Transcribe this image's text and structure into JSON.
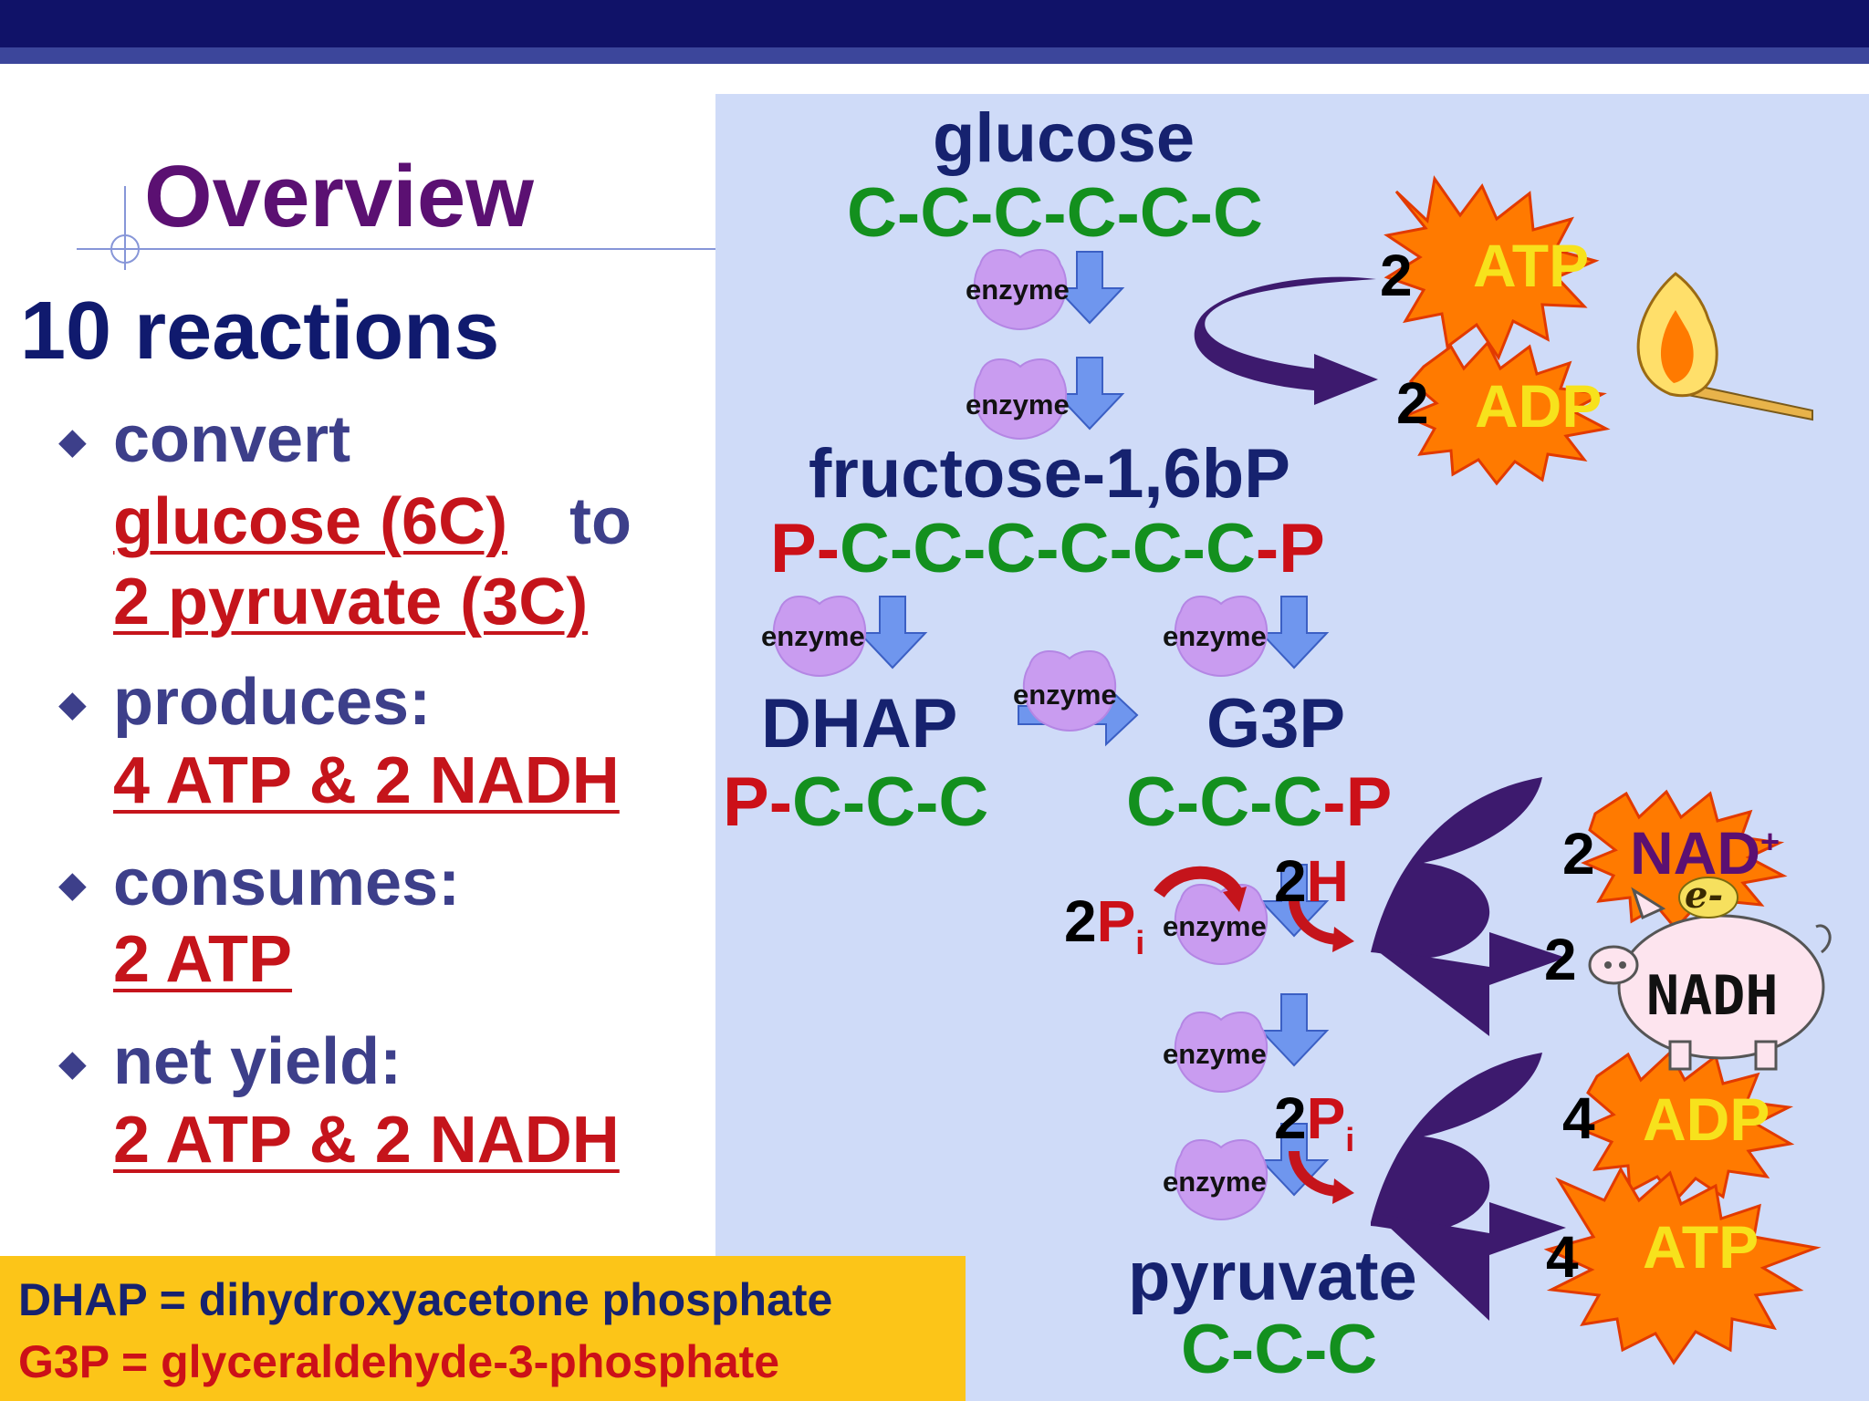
{
  "title": "Overview",
  "subtitle": "10 reactions",
  "bullets": [
    {
      "text": "convert",
      "highlight_1": "glucose (6C)",
      "connector": "to",
      "highlight_2": "2 pyruvate (3C)"
    },
    {
      "text": "produces:",
      "highlight_1": "4 ATP & 2 NADH"
    },
    {
      "text": "consumes:",
      "highlight_1": "2 ATP"
    },
    {
      "text": "net yield:",
      "highlight_1": "2 ATP & 2 NADH"
    }
  ],
  "glossary": {
    "dhap": "DHAP = dihydroxyacetone phosphate",
    "g3p": "G3P = glyceraldehyde-3-phosphate"
  },
  "pathway": {
    "glucose": {
      "name": "glucose",
      "chain": "C-C-C-C-C-C"
    },
    "fructose": {
      "name": "fructose-1,6bP",
      "chain_p1": "P-",
      "chain_c": "C-C-C-C-C-C",
      "chain_p2": "-P"
    },
    "dhap": {
      "name": "DHAP",
      "chain_p": "P-",
      "chain_c": "C-C-C"
    },
    "g3p": {
      "name": "G3P",
      "chain_c": "C-C-C",
      "chain_p": "-P"
    },
    "pyruvate": {
      "name": "pyruvate",
      "chain": "C-C-C"
    },
    "enzyme_label": "enzyme",
    "two_pi": {
      "num": "2",
      "p": "P",
      "sub": "i"
    },
    "two_h": {
      "num": "2",
      "h": "H"
    },
    "two_pi_2": {
      "num": "2",
      "p": "P",
      "sub": "i"
    }
  },
  "bursts": {
    "atp_in": {
      "count": "2",
      "label": "ATP"
    },
    "adp_out": {
      "count": "2",
      "label": "ADP"
    },
    "nad": {
      "count": "2",
      "label": "NAD",
      "sup": "+"
    },
    "nadh": {
      "count": "2",
      "label": "NADH",
      "electron": "e-"
    },
    "adp_in": {
      "count": "4",
      "label": "ADP"
    },
    "atp_out": {
      "count": "4",
      "label": "ATP"
    }
  },
  "colors": {
    "title": "#5b1072",
    "navy": "#16226f",
    "chain_green": "#13901e",
    "phosphate_red": "#cc1018",
    "panel": "#cfdbf8",
    "enzyme": "#c99cf0",
    "arrow_blue": "#6f96ee",
    "burst_orange": "#ff7a00",
    "arc_purple": "#3d1a6e",
    "glossary_bg": "#fcc518"
  }
}
